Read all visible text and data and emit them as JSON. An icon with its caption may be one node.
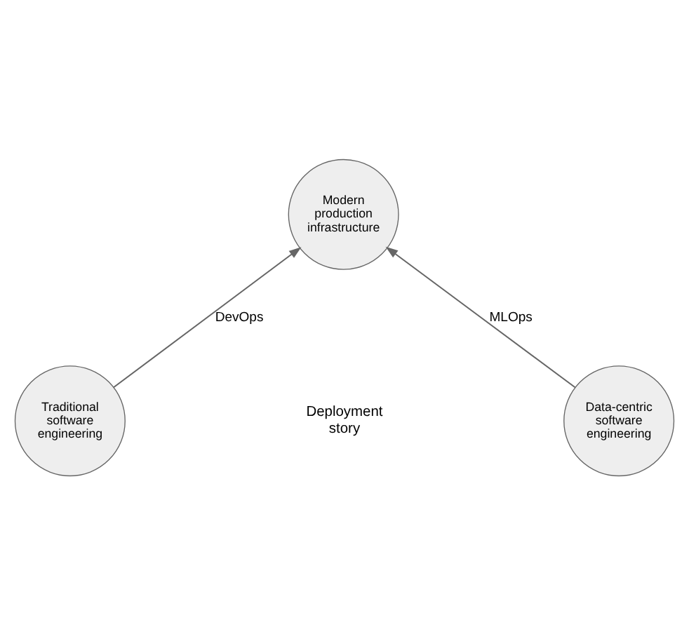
{
  "diagram": {
    "nodes": [
      {
        "text": [
          "Modern production infrastructure"
        ]
      },
      {
        "text": [
          "Traditional software engineering"
        ]
      },
      {
        "text": [
          "Data-centric software engineering"
        ]
      }
    ],
    "edges": [
      {
        "from": 1,
        "to": 0,
        "arrow": "to",
        "label": "DevOps"
      },
      {
        "from": 2,
        "to": 0,
        "arrow": "to",
        "label": "MLOps"
      }
    ],
    "labels": [
      "Deployment story"
    ]
  }
}
